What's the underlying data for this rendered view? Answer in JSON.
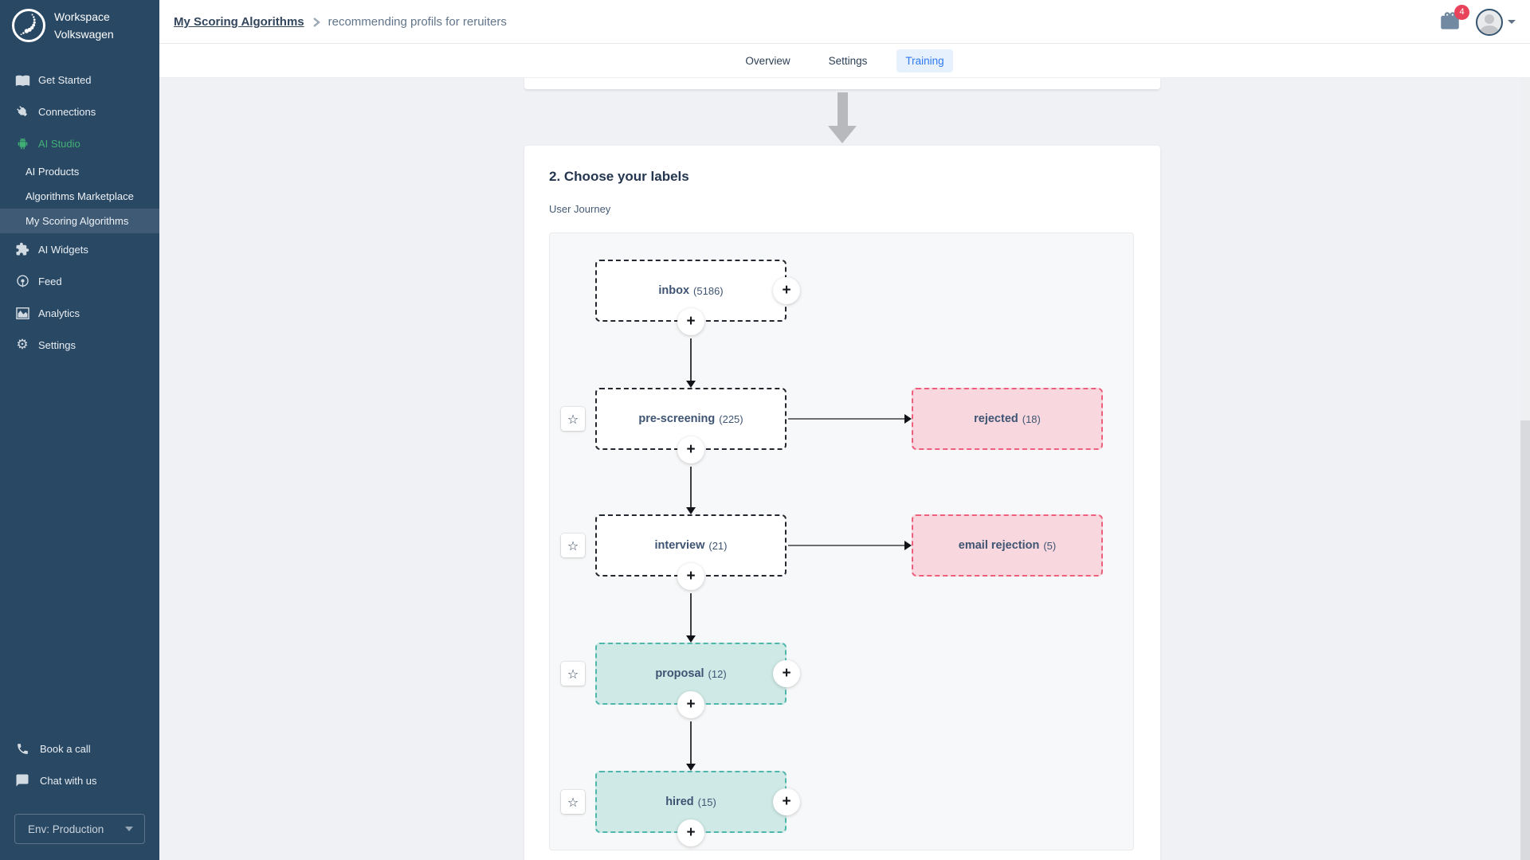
{
  "sidebar": {
    "workspace_label": "Workspace",
    "workspace_name": "Volkswagen",
    "items": [
      {
        "label": "Get Started",
        "icon": "book-icon"
      },
      {
        "label": "Connections",
        "icon": "plug-icon"
      },
      {
        "label": "AI Studio",
        "icon": "android-icon"
      },
      {
        "label": "AI Products"
      },
      {
        "label": "Algorithms Marketplace"
      },
      {
        "label": "My Scoring Algorithms",
        "selected": true
      },
      {
        "label": "AI Widgets",
        "icon": "puzzle-icon"
      },
      {
        "label": "Feed",
        "icon": "podcast-icon"
      },
      {
        "label": "Analytics",
        "icon": "analytics-icon"
      },
      {
        "label": "Settings",
        "icon": "gear-icon"
      }
    ],
    "footer": {
      "book_call": "Book a call",
      "chat": "Chat with us",
      "env_value": "Env: Production"
    }
  },
  "header": {
    "breadcrumb_parent": "My Scoring Algorithms",
    "breadcrumb_current": "recommending profils for reruiters",
    "notifications_count": "4"
  },
  "tabs": [
    {
      "label": "Overview"
    },
    {
      "label": "Settings"
    },
    {
      "label": "Training",
      "active": true
    }
  ],
  "main": {
    "section_title": "2. Choose your labels",
    "section_subtitle": "User Journey"
  },
  "journey": {
    "nodes": [
      {
        "name": "inbox",
        "count": "(5186)",
        "type": "neutral"
      },
      {
        "name": "pre-screening",
        "count": "(225)",
        "type": "neutral",
        "branch": {
          "name": "rejected",
          "count": "(18)",
          "type": "negative"
        }
      },
      {
        "name": "interview",
        "count": "(21)",
        "type": "neutral",
        "branch": {
          "name": "email rejection",
          "count": "(5)",
          "type": "negative"
        }
      },
      {
        "name": "proposal",
        "count": "(12)",
        "type": "positive"
      },
      {
        "name": "hired",
        "count": "(15)",
        "type": "positive"
      }
    ]
  },
  "icons": {
    "plus": "+",
    "star": "☆",
    "gear": "⚙"
  },
  "colors": {
    "sidebar_bg": "#294864",
    "sidebar_selected": "#3e5a75",
    "accent_green": "#41b075",
    "tab_active_text": "#2d7af0",
    "tab_active_bg": "#e7f0fd",
    "badge_red": "#e8435a",
    "node_negative_bg": "#f8d8de",
    "node_negative_border": "#ee5f7d",
    "node_positive_bg": "#cfe9e7",
    "node_positive_border": "#4fb6ac"
  }
}
